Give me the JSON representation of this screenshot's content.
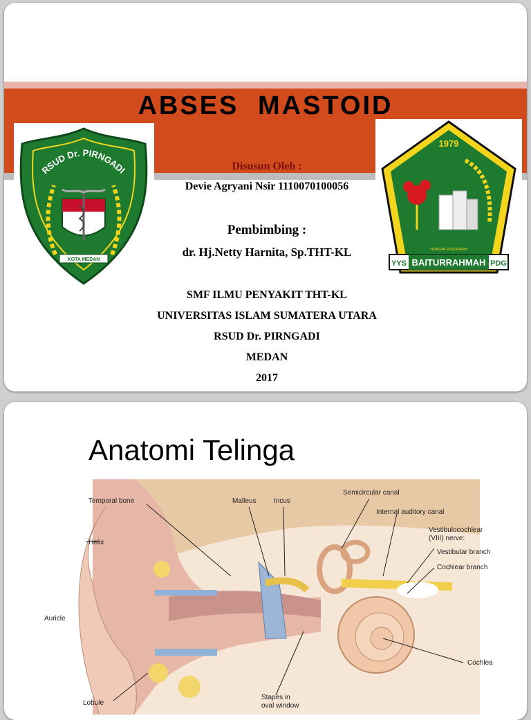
{
  "slide1": {
    "title": "ABSES  MASTOID",
    "compiled_by_label": "Disusun Oleh :",
    "author": "Devie Agryani Nsir 1110070100056",
    "supervisor_label": "Pembimbing :",
    "supervisor": "dr. Hj.Netty Harnita, Sp.THT-KL",
    "department": "SMF ILMU PENYAKIT THT-KL",
    "university": "UNIVERSITAS ISLAM SUMATERA UTARA",
    "hospital": "RSUD Dr. PIRNGADI",
    "city": "MEDAN",
    "year": "2017",
    "logo_left": {
      "icon": "rsud-pirngadi-shield-logo",
      "text_top": "RSUD Dr. PIRNGADI",
      "text_bottom": "KOTA MEDAN"
    },
    "logo_right": {
      "icon": "baiturrahmah-pentagon-logo",
      "year_text": "1979",
      "banner_text": "BAITURRAHMAH",
      "left_tag": "YYS",
      "right_tag": "PDG",
      "small_text": "YAYASAN PENDIDIKAN"
    },
    "colors": {
      "band": "#d14b1c",
      "band_top": "#e8b4ab",
      "green": "#1d7a2e",
      "yellow": "#f2d51c"
    }
  },
  "slide2": {
    "title": "Anatomi Telinga",
    "diagram_labels": {
      "temporal_bone": "Temporal bone",
      "malleus": "Malleus",
      "incus": "Incus",
      "semicircular_canal": "Semicircular canal",
      "internal_auditory_canal": "Internal auditory canal",
      "vestibulocochlear_nerve": "Vestibulocochlear",
      "vestibulocochlear_nerve_2": "(VIII) nerve:",
      "vestibular_branch": "Vestibular branch",
      "cochlear_branch": "Cochlear branch",
      "helix": "Helix",
      "auricle": "Auricle",
      "cochlea": "Cochlea",
      "lobule": "Lobule",
      "stapes": "Stapes in",
      "oval_window": "oval window"
    }
  }
}
